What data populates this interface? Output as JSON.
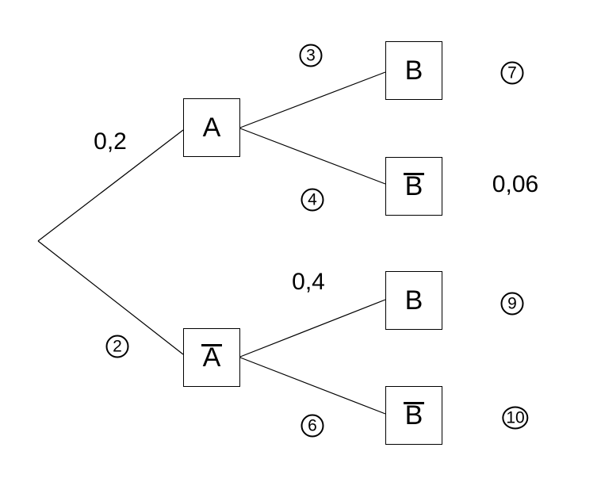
{
  "diagram": {
    "type": "probability-tree",
    "colors": {
      "background": "#ffffff",
      "stroke": "#000000",
      "text": "#000000"
    },
    "nodes": {
      "a": {
        "label": "A",
        "overline": false
      },
      "abar": {
        "label": "A",
        "overline": true
      },
      "b_top": {
        "label": "B",
        "overline": false
      },
      "bbar_top": {
        "label": "B",
        "overline": true
      },
      "b_bot": {
        "label": "B",
        "overline": false
      },
      "bbar_bot": {
        "label": "B",
        "overline": true
      }
    },
    "branch_labels": {
      "root_to_a": {
        "text": "0,2",
        "circled": false
      },
      "root_to_abar": {
        "text": "2",
        "circled": true
      },
      "a_to_b": {
        "text": "3",
        "circled": true
      },
      "a_to_bbar": {
        "text": "4",
        "circled": true
      },
      "abar_to_b": {
        "text": "0,4",
        "circled": false
      },
      "abar_to_bbar": {
        "text": "6",
        "circled": true
      }
    },
    "path_labels": {
      "a_b": {
        "text": "7",
        "circled": true
      },
      "a_bbar": {
        "text": "0,06",
        "circled": false
      },
      "abar_b": {
        "text": "9",
        "circled": true
      },
      "abar_bbar": {
        "text": "10",
        "circled": true
      }
    }
  }
}
